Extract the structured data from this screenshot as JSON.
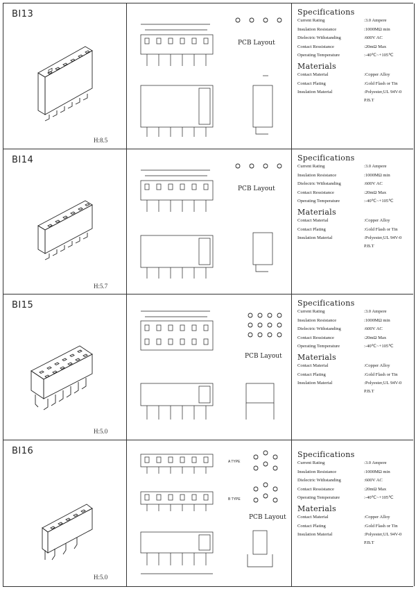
{
  "products": [
    {
      "model": "BI13",
      "height": "H:8.5",
      "pcb_layout": "PCB Layout",
      "specifications": {
        "heading": "Specifications",
        "items": [
          {
            "label": "Current Rating",
            "value": ":3.0 Ampere"
          },
          {
            "label": "Insulation Resistance",
            "value": ":1000MΩ min"
          },
          {
            "label": "Dielectric Withstanding",
            "value": ":600V AC"
          },
          {
            "label": "Contact Ressistance",
            "value": ":20mΩ Max"
          },
          {
            "label": "Operating Temperature",
            "value": ":-40℃~+105℃"
          }
        ]
      },
      "materials": {
        "heading": "Materials",
        "items": [
          {
            "label": "Contact Material",
            "value": ":Copper Alloy"
          },
          {
            "label": "Contact Plating",
            "value": ":Gold Flash or Tin"
          },
          {
            "label": "Insulation Material",
            "value": ":Polyester,UL 94V-0"
          }
        ],
        "continuation": "P.B.T"
      }
    },
    {
      "model": "BI14",
      "height": "H:5.7",
      "pcb_layout": "PCB Layout",
      "specifications": {
        "heading": "Specifications",
        "items": [
          {
            "label": "Current Rating",
            "value": ":3.0 Ampere"
          },
          {
            "label": "Insulation Resistance",
            "value": ":1000MΩ min"
          },
          {
            "label": "Dielectric Withstanding",
            "value": ":600V AC"
          },
          {
            "label": "Contact Ressistance",
            "value": ":20mΩ Max"
          },
          {
            "label": "Operating Temperature",
            "value": ":-40℃~+105℃"
          }
        ]
      },
      "materials": {
        "heading": "Materials",
        "items": [
          {
            "label": "Contact Material",
            "value": ":Copper Alloy"
          },
          {
            "label": "Contact Plating",
            "value": ":Gold Flash or Tin"
          },
          {
            "label": "Insulation Material",
            "value": ":Polyester,UL 94V-0"
          }
        ],
        "continuation": "P.B.T"
      }
    },
    {
      "model": "BI15",
      "height": "H:5.0",
      "pcb_layout": "PCB Layout",
      "specifications": {
        "heading": "Specifications",
        "items": [
          {
            "label": "Current Rating",
            "value": ":3.0 Ampere"
          },
          {
            "label": "Insulation Resistance",
            "value": ":1000MΩ min"
          },
          {
            "label": "Dielectric Withstanding",
            "value": ":600V AC"
          },
          {
            "label": "Contact Ressistance",
            "value": ":20mΩ Max"
          },
          {
            "label": "Operating Temperature",
            "value": ":-40℃~+105℃"
          }
        ]
      },
      "materials": {
        "heading": "Materials",
        "items": [
          {
            "label": "Contact Material",
            "value": ":Copper Alloy"
          },
          {
            "label": "Contact Plating",
            "value": ":Gold Flash or Tin"
          },
          {
            "label": "Insulation Material",
            "value": ":Polyester,UL 94V-0"
          }
        ],
        "continuation": "P.B.T"
      }
    },
    {
      "model": "BI16",
      "height": "H:5.0",
      "pcb_layout": "PCB Layout",
      "type_a": "A TYPE",
      "type_b": "B TYPE",
      "specifications": {
        "heading": "Specifications",
        "items": [
          {
            "label": "Current Rating",
            "value": ":3.0 Ampere"
          },
          {
            "label": "Insulation Resistance",
            "value": ":1000MΩ min"
          },
          {
            "label": "Dielectric Withstanding",
            "value": ":600V AC"
          },
          {
            "label": "Contact Ressistance",
            "value": ":20mΩ Max"
          },
          {
            "label": "Operating Temperature",
            "value": ":-40℃~+105℃"
          }
        ]
      },
      "materials": {
        "heading": "Materials",
        "items": [
          {
            "label": "Contact Material",
            "value": ":Copper Alloy"
          },
          {
            "label": "Contact Plating",
            "value": ":Gold Flash or Tin"
          },
          {
            "label": "Insulation Material",
            "value": ":Polyester,UL 94V-0"
          }
        ],
        "continuation": "P.B.T"
      }
    }
  ]
}
